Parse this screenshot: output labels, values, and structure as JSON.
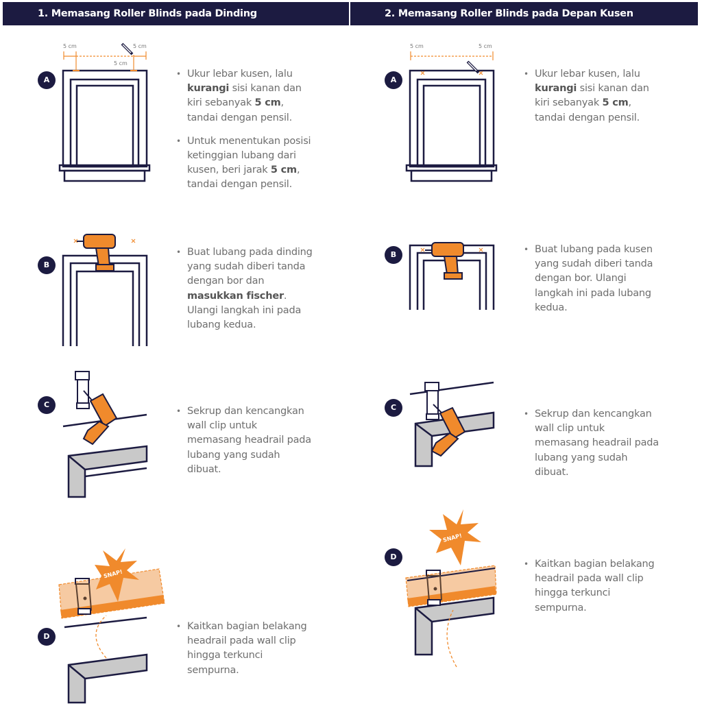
{
  "colors": {
    "navy": "#1c1b41",
    "orange": "#f08a2c",
    "light_orange": "#f6caa2",
    "gray": "#c9c9c9",
    "text": "#6e6e6e"
  },
  "left": {
    "title": "1. Memasang Roller Blinds pada Dinding",
    "steps": [
      {
        "badge": "A",
        "dims": [
          "5 cm",
          "5 cm",
          "5 cm"
        ],
        "bullets": [
          [
            "Ukur lebar kusen, lalu ",
            "kurangi",
            " sisi kanan dan kiri sebanyak ",
            "5 cm",
            ", tandai dengan pensil."
          ],
          [
            "Untuk menentukan posisi ketinggian  lubang dari kusen, beri jarak ",
            "5 cm",
            ", tandai dengan pensil."
          ]
        ]
      },
      {
        "badge": "B",
        "bullets": [
          [
            "Buat lubang pada dinding yang sudah diberi tanda dengan bor dan ",
            "masukkan fischer",
            ". Ulangi langkah ini pada lubang kedua."
          ]
        ]
      },
      {
        "badge": "C",
        "bullets": [
          [
            "Sekrup dan kencangkan wall clip untuk memasang headrail pada lubang yang sudah dibuat."
          ]
        ]
      },
      {
        "badge": "D",
        "snap": "SNAP!",
        "bullets": [
          [
            "Kaitkan bagian belakang headrail pada wall clip hingga terkunci sempurna."
          ]
        ]
      }
    ]
  },
  "right": {
    "title": "2. Memasang Roller Blinds pada Depan Kusen",
    "steps": [
      {
        "badge": "A",
        "dims": [
          "5 cm",
          "5 cm"
        ],
        "bullets": [
          [
            "Ukur lebar kusen, lalu ",
            "kurangi",
            " sisi kanan dan kiri sebanyak ",
            "5 cm",
            ", tandai dengan pensil."
          ]
        ]
      },
      {
        "badge": "B",
        "bullets": [
          [
            "Buat lubang pada kusen yang sudah diberi tanda dengan bor. Ulangi langkah ini pada lubang kedua."
          ]
        ]
      },
      {
        "badge": "C",
        "bullets": [
          [
            "Sekrup dan kencangkan wall clip untuk memasang headrail pada lubang yang sudah dibuat."
          ]
        ]
      },
      {
        "badge": "D",
        "snap": "SNAP!",
        "bullets": [
          [
            "Kaitkan bagian belakang headrail pada wall clip hingga terkunci sempurna."
          ]
        ]
      }
    ]
  }
}
